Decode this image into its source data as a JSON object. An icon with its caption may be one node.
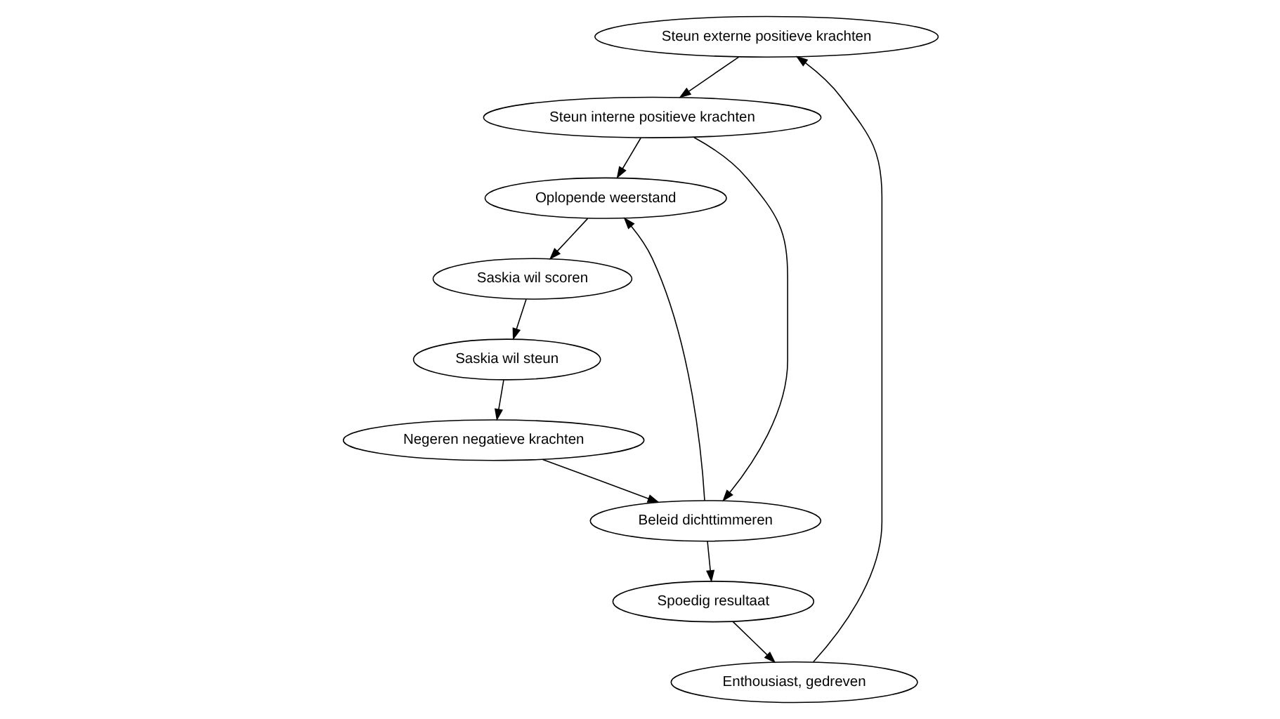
{
  "diagram": {
    "nodes": [
      {
        "text": [
          "Steun externe positieve krachten"
        ]
      },
      {
        "text": [
          "Enthousiast, gedreven"
        ]
      },
      {
        "text": [
          "Steun interne positieve krachten"
        ]
      },
      {
        "text": [
          "Oplopende weerstand"
        ]
      },
      {
        "text": [
          "Saskia wil scoren"
        ]
      },
      {
        "text": [
          "Spoedig resultaat"
        ]
      },
      {
        "text": [
          "Beleid dichttimmeren"
        ]
      },
      {
        "text": [
          "Saskia wil steun"
        ]
      },
      {
        "text": [
          "Negeren negatieve krachten"
        ]
      }
    ],
    "edges": [
      {
        "from": 5,
        "to": 1,
        "arrow": "to"
      },
      {
        "from": 1,
        "to": 0,
        "arrow": "to"
      },
      {
        "from": 0,
        "to": 2,
        "arrow": "to"
      },
      {
        "from": 2,
        "to": 3,
        "arrow": "to"
      },
      {
        "from": 2,
        "to": 6,
        "arrow": "to"
      },
      {
        "from": 3,
        "to": 4,
        "arrow": "to"
      },
      {
        "from": 4,
        "to": 7,
        "arrow": "to"
      },
      {
        "from": 7,
        "to": 8,
        "arrow": "to"
      },
      {
        "from": 8,
        "to": 6,
        "arrow": "to"
      },
      {
        "from": 6,
        "to": 3,
        "arrow": "to"
      },
      {
        "from": 6,
        "to": 5,
        "arrow": "to"
      }
    ]
  }
}
